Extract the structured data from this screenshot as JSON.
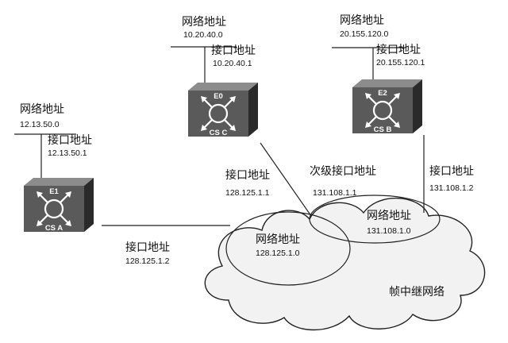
{
  "colors": {
    "ink": "#111111",
    "router_front": "#5a5a5a",
    "router_top": "#8c8c8c",
    "router_side": "#2a2a2a",
    "cloud_fill": "#f2f2f2"
  },
  "routers": {
    "c": {
      "port": "E0",
      "name": "CS C",
      "icon": "router-icon"
    },
    "b": {
      "port": "E2",
      "name": "CS B",
      "icon": "router-icon"
    },
    "a": {
      "port": "E1",
      "name": "CS A",
      "icon": "router-icon"
    }
  },
  "labels": {
    "c_net_title": "网络地址",
    "c_net_addr": "10.20.40.0",
    "c_if_title": "接口地址",
    "c_if_addr": "10.20.40.1",
    "b_net_title": "网络地址",
    "b_net_addr": "20.155.120.0",
    "b_if_title": "接口地址",
    "b_if_addr": "20.155.120.1",
    "a_net_title": "网络地址",
    "a_net_addr": "12.13.50.0",
    "a_if_title": "接口地址",
    "a_if_addr": "12.13.50.1",
    "c_wan_if_title": "接口地址",
    "c_wan_if_addr": "128.125.1.1",
    "c_sub_if_title": "次级接口地址",
    "c_sub_if_addr": "131.108.1.1",
    "b_wan_if_title": "接口地址",
    "b_wan_if_addr": "131.108.1.2",
    "a_wan_if_title": "接口地址",
    "a_wan_if_addr": "128.125.1.2",
    "net2_title": "网络地址",
    "net2_addr": "131.108.1.0",
    "net1_title": "网络地址",
    "net1_addr": "128.125.1.0",
    "cloud_label": "帧中继网络"
  }
}
